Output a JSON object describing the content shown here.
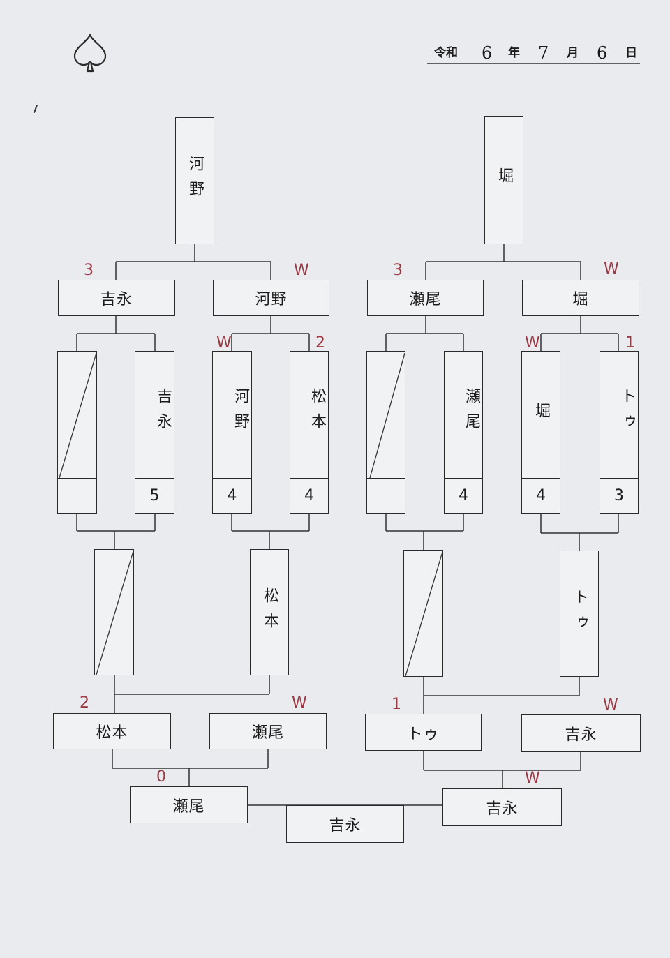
{
  "header": {
    "era": "令和",
    "year": "6",
    "year_unit": "年",
    "month": "7",
    "month_unit": "月",
    "day": "6",
    "day_unit": "日"
  },
  "colors": {
    "ink": "#1c1c1c",
    "mark": "#9b3a45",
    "paper": "#e9ebee"
  },
  "left": {
    "champion": "河野",
    "semi_a": "吉永",
    "semi_a_mark": "3",
    "semi_b": "河野",
    "semi_b_mark": "W",
    "r1": {
      "p1": "",
      "p1_score": "",
      "p2": "吉永",
      "p2_score": "5",
      "p3": "河野",
      "p3_score": "4",
      "p3_mark": "W",
      "p4": "松本",
      "p4_score": "4",
      "p4_mark": "2"
    },
    "rep_a": "",
    "rep_b": "松本",
    "lower_a": "松本",
    "lower_a_mark": "2",
    "lower_b": "瀬尾",
    "lower_b_mark": "W",
    "final": "瀬尾",
    "final_mark": "0"
  },
  "right": {
    "champion": "堀",
    "semi_a": "瀬尾",
    "semi_a_mark": "3",
    "semi_b": "堀",
    "semi_b_mark": "W",
    "r1": {
      "p1": "",
      "p1_score": "",
      "p2": "瀬尾",
      "p2_score": "4",
      "p3": "堀",
      "p3_score": "4",
      "p3_mark": "W",
      "p4": "トゥ",
      "p4_score": "3",
      "p4_mark": "1"
    },
    "rep_a": "",
    "rep_b": "トゥ",
    "lower_a": "トゥ",
    "lower_a_mark": "1",
    "lower_b": "吉永",
    "lower_b_mark": "W",
    "final": "吉永",
    "final_mark": "W"
  },
  "center_winner": "吉永"
}
